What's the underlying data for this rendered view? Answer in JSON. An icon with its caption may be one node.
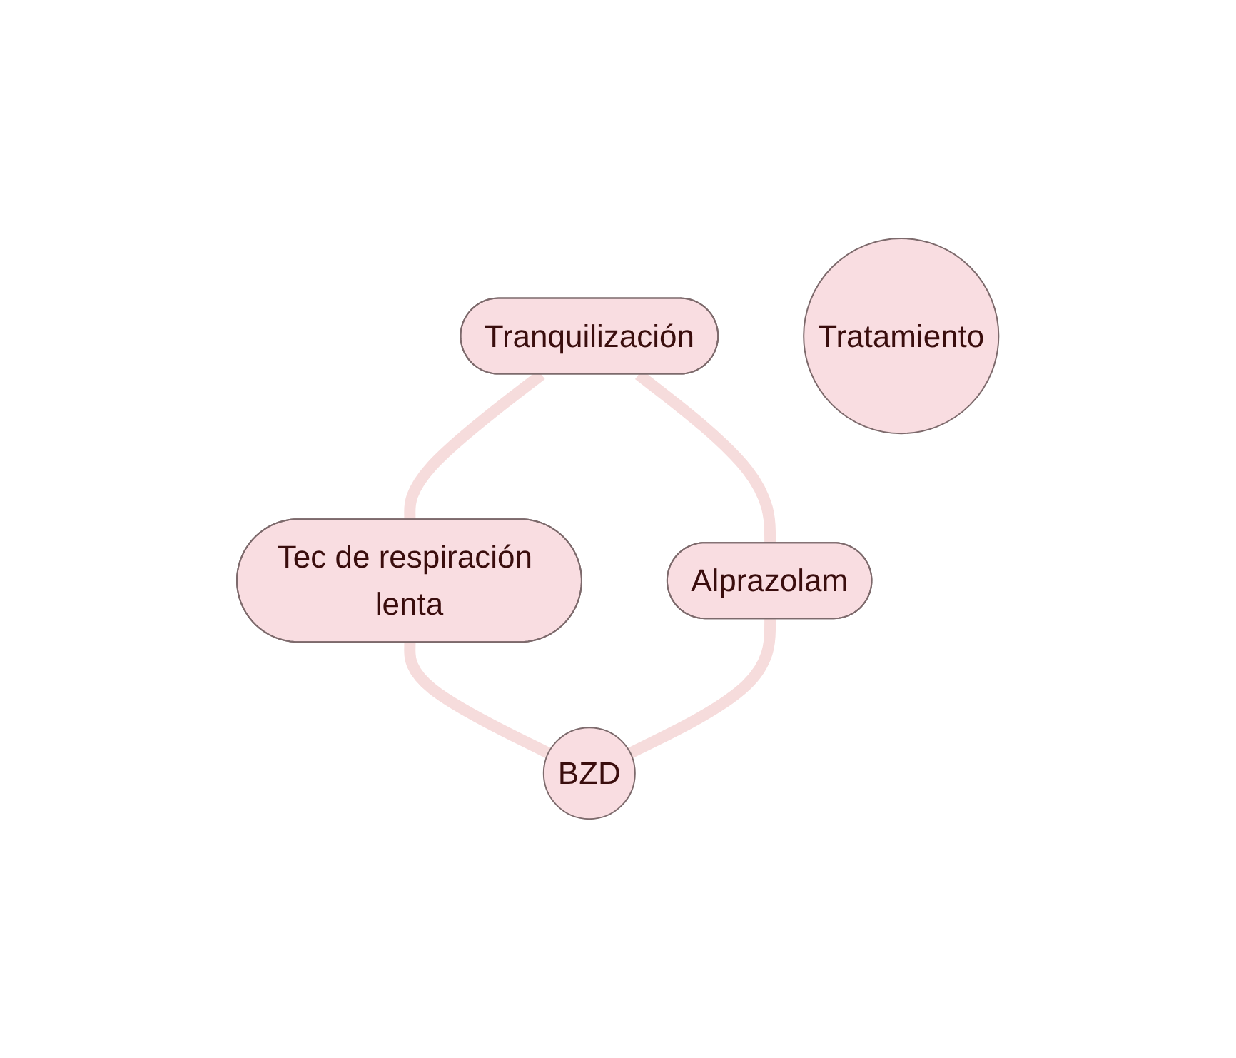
{
  "diagram": {
    "nodes": [
      {
        "text": [
          "Tranquilización"
        ]
      },
      {
        "text": [
          "Alprazolam"
        ]
      },
      {
        "text": [
          "Tratamiento"
        ]
      },
      {
        "text": [
          "Tec de respiración lenta"
        ]
      },
      {
        "text": [
          "BZD"
        ]
      }
    ],
    "edges": [
      {
        "from": 0,
        "to": 3,
        "arrow": "none"
      },
      {
        "from": 0,
        "to": 1,
        "arrow": "none"
      },
      {
        "from": 3,
        "to": 4,
        "arrow": "none"
      },
      {
        "from": 1,
        "to": 4,
        "arrow": "none"
      }
    ]
  }
}
